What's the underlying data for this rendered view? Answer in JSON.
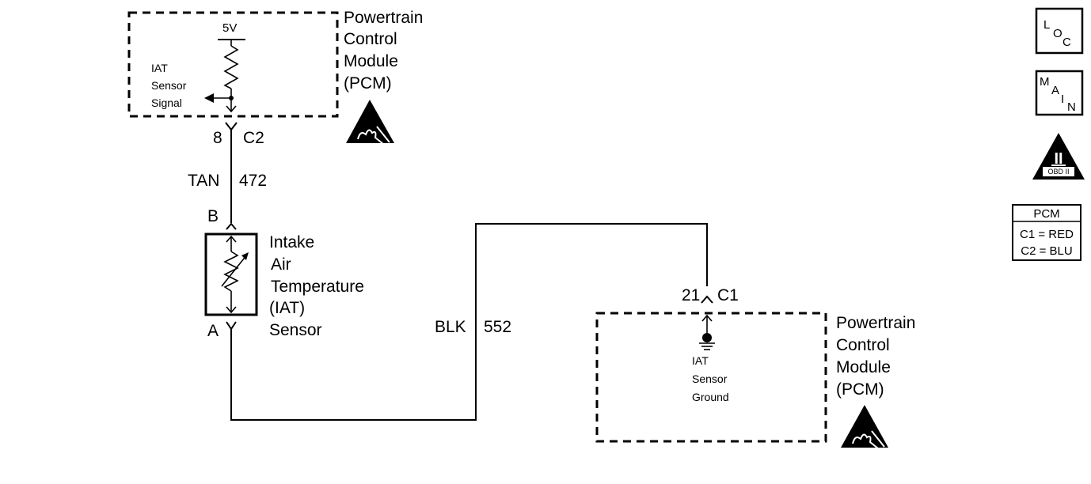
{
  "pcm_top": {
    "title_lines": [
      "Powertrain",
      "Control",
      "Module",
      "(PCM)"
    ],
    "voltage": "5V",
    "signal_lines": [
      "IAT",
      "Sensor",
      "Signal"
    ],
    "pin": "8",
    "connector": "C2"
  },
  "wire_signal": {
    "color": "TAN",
    "circuit": "472"
  },
  "sensor": {
    "terminal_top": "B",
    "terminal_bottom": "A",
    "name_lines": [
      "Intake",
      "Air",
      "Temperature",
      "(IAT)",
      "Sensor"
    ]
  },
  "wire_ground": {
    "color": "BLK",
    "circuit": "552"
  },
  "pcm_bottom": {
    "title_lines": [
      "Powertrain",
      "Control",
      "Module",
      "(PCM)"
    ],
    "pin": "21",
    "connector": "C1",
    "ground_lines": [
      "IAT",
      "Sensor",
      "Ground"
    ]
  },
  "side_icons": {
    "loc": [
      "L",
      "O",
      "C"
    ],
    "main": [
      "M",
      "A",
      "I",
      "N"
    ],
    "obd": {
      "symbol": "II",
      "label": "OBD II"
    }
  },
  "legend": {
    "title": "PCM",
    "rows": [
      "C1 = RED",
      "C2 = BLU"
    ]
  }
}
